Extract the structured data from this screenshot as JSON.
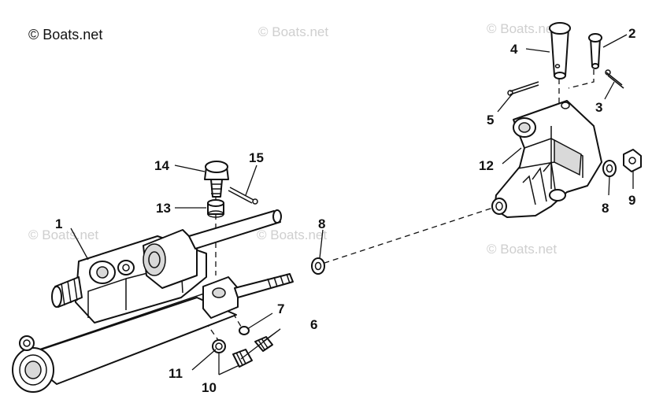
{
  "copyright": "© Boats.net",
  "watermarks": [
    "© Boats.net",
    "© Boats.net",
    "© Boats.net",
    "© Boats.net",
    "© Boats.net"
  ],
  "callouts": [
    "1",
    "2",
    "3",
    "4",
    "5",
    "6",
    "7",
    "8",
    "8",
    "9",
    "10",
    "11",
    "12",
    "13",
    "14",
    "15"
  ]
}
